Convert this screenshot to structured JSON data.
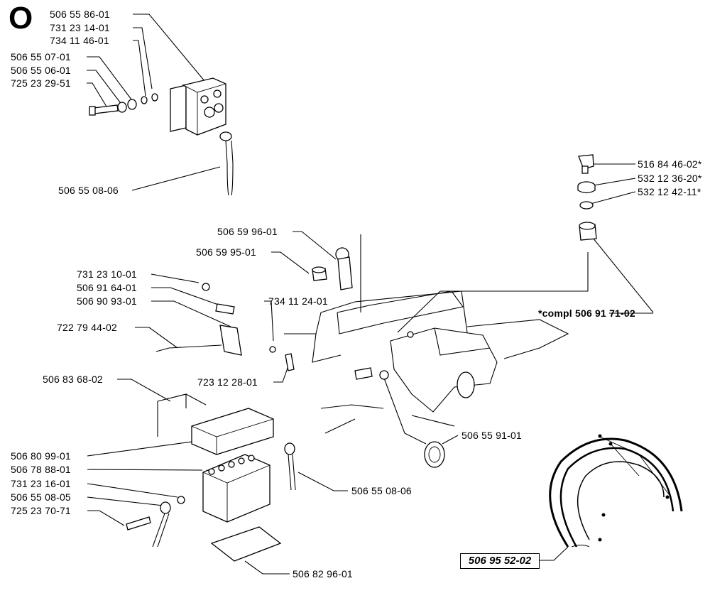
{
  "section": {
    "letter": "O"
  },
  "labels": {
    "l1": "506 55 86-01",
    "l2": "731 23 14-01",
    "l3": "734 11 46-01",
    "l4": "506 55 07-01",
    "l5": "506 55 06-01",
    "l6": "725 23 29-51",
    "l7": "506 55 08-06",
    "l8": "516 84 46-02*",
    "l9": "532 12 36-20*",
    "l10": "532 12 42-11*",
    "l11": "506 59 96-01",
    "l12": "506 59 95-01",
    "l13": "731 23 10-01",
    "l14": "506 91 64-01",
    "l15": "506 90 93-01",
    "l16": "734 11 24-01",
    "l17": "*compl 506 91 71-02",
    "l18": "722 79 44-02",
    "l19": "723 12 28-01",
    "l20": "506 83 68-02",
    "l21": "506 55 91-01",
    "l22": "506 80 99-01",
    "l23": "506 78 88-01",
    "l24": "731 23 16-01",
    "l25": "506 55 08-06",
    "l26": "506 55 08-05",
    "l27": "725 23 70-71",
    "l28": "506 82 96-01",
    "l29": "506 95 52-02"
  }
}
